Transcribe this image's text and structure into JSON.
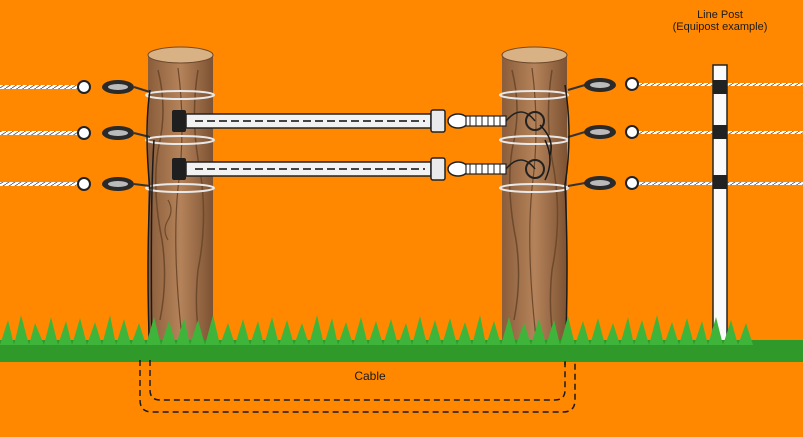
{
  "line_post_label": {
    "title": "Line Post",
    "subtitle": "(Equipost example)"
  },
  "cable_label": "Cable",
  "colors": {
    "background": "#ff8800",
    "wood": "#a9774f",
    "wood_dark": "#6e4a2c",
    "wire": "#e8e8e8",
    "grass": "#2f9a2a",
    "cable": "#1a1a1a"
  },
  "icons": [
    "wooden-post-icon",
    "gate-handle-icon",
    "insulator-icon",
    "line-post-icon",
    "grass-icon"
  ]
}
